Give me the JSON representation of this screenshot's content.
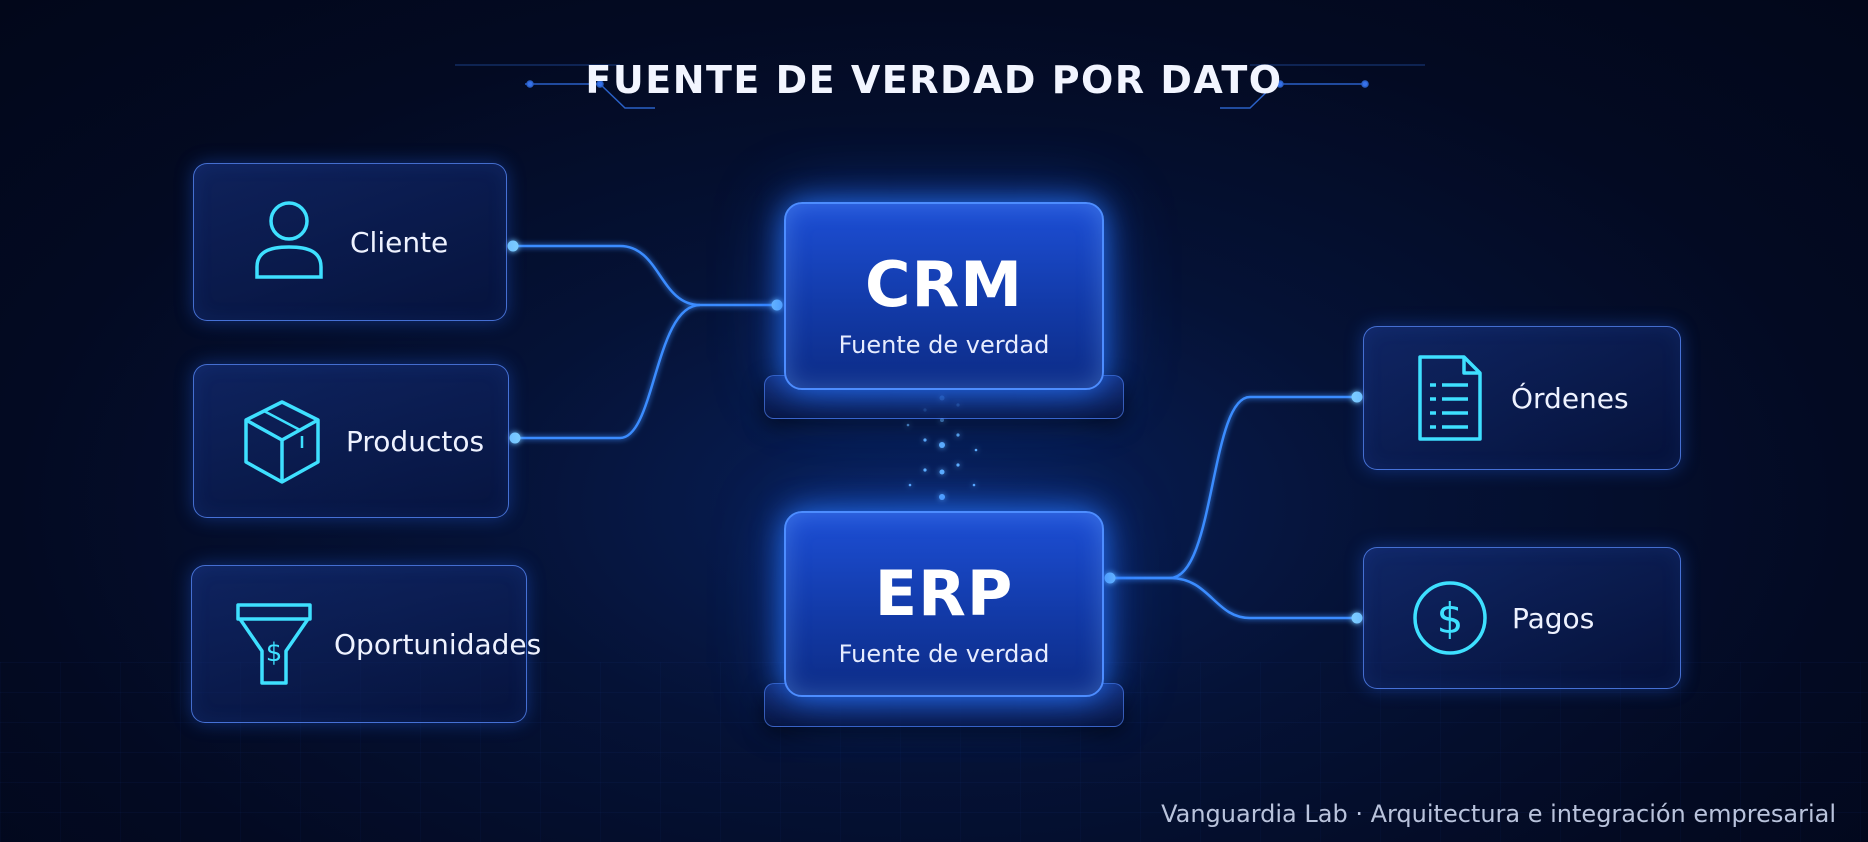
{
  "title": "FUENTE DE VERDAD POR DATO",
  "hubs": {
    "crm": {
      "name": "CRM",
      "subtitle": "Fuente de verdad"
    },
    "erp": {
      "name": "ERP",
      "subtitle": "Fuente de verdad"
    }
  },
  "left_entities": [
    {
      "label": "Cliente",
      "icon": "user-icon"
    },
    {
      "label": "Productos",
      "icon": "box-icon"
    },
    {
      "label": "Oportunidades",
      "icon": "funnel-dollar-icon"
    }
  ],
  "right_entities": [
    {
      "label": "Órdenes",
      "icon": "document-list-icon"
    },
    {
      "label": "Pagos",
      "icon": "dollar-circle-icon"
    }
  ],
  "footer": "Vanguardia Lab · Arquitectura e integración empresarial",
  "colors": {
    "accent": "#2f7bff",
    "glow": "#4fb4ff",
    "background": "#030a22"
  }
}
